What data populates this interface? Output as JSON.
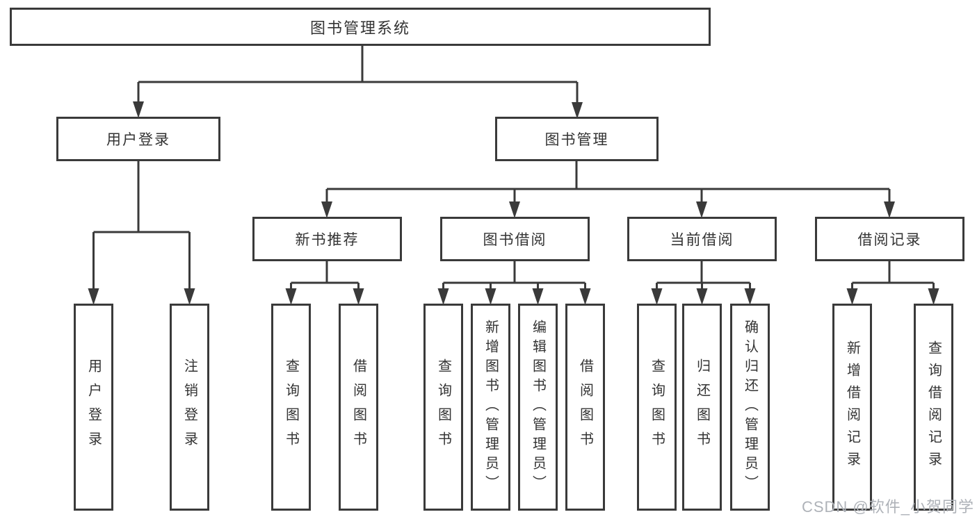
{
  "diagram": {
    "root": {
      "label": "图书管理系统"
    },
    "level1": [
      {
        "label": "用户登录"
      },
      {
        "label": "图书管理"
      }
    ],
    "level2": [
      {
        "label": "新书推荐"
      },
      {
        "label": "图书借阅"
      },
      {
        "label": "当前借阅"
      },
      {
        "label": "借阅记录"
      }
    ],
    "leaves": [
      {
        "label": "用户登录",
        "parent": "用户登录"
      },
      {
        "label": "注销登录",
        "parent": "用户登录"
      },
      {
        "label": "查询图书",
        "parent": "新书推荐"
      },
      {
        "label": "借阅图书",
        "parent": "新书推荐"
      },
      {
        "label": "查询图书",
        "parent": "图书借阅"
      },
      {
        "label": "新增图书（管理员）",
        "parent": "图书借阅"
      },
      {
        "label": "编辑图书（管理员）",
        "parent": "图书借阅"
      },
      {
        "label": "借阅图书",
        "parent": "图书借阅"
      },
      {
        "label": "查询图书",
        "parent": "当前借阅"
      },
      {
        "label": "归还图书",
        "parent": "当前借阅"
      },
      {
        "label": "确认归还（管理员）",
        "parent": "当前借阅"
      },
      {
        "label": "新增借阅记录",
        "parent": "借阅记录"
      },
      {
        "label": "查询借阅记录",
        "parent": "借阅记录"
      }
    ]
  },
  "watermark": {
    "text": "CSDN @软件_小贺同学"
  },
  "colors": {
    "line": "#3a3a3a",
    "text": "#333333",
    "watermark": "#aeb2b8",
    "background": "#ffffff"
  }
}
